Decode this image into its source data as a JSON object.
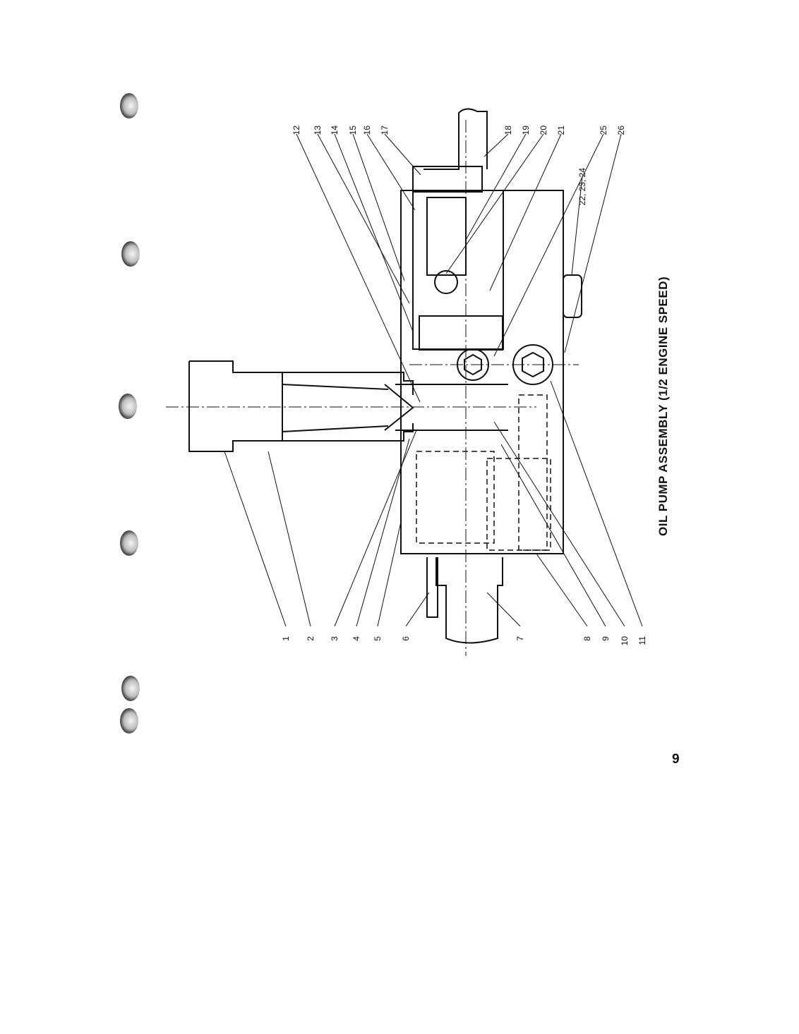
{
  "caption": "OIL PUMP ASSEMBLY (1/2 ENGINE SPEED)",
  "page_number": "9",
  "callouts_left": [
    "1",
    "2",
    "3",
    "4",
    "5",
    "6",
    "7",
    "8",
    "9",
    "10",
    "11"
  ],
  "callouts_right": [
    "12",
    "13",
    "14",
    "15",
    "16",
    "17",
    "18",
    "19",
    "20",
    "21",
    "22, 23, 24",
    "25",
    "26"
  ]
}
